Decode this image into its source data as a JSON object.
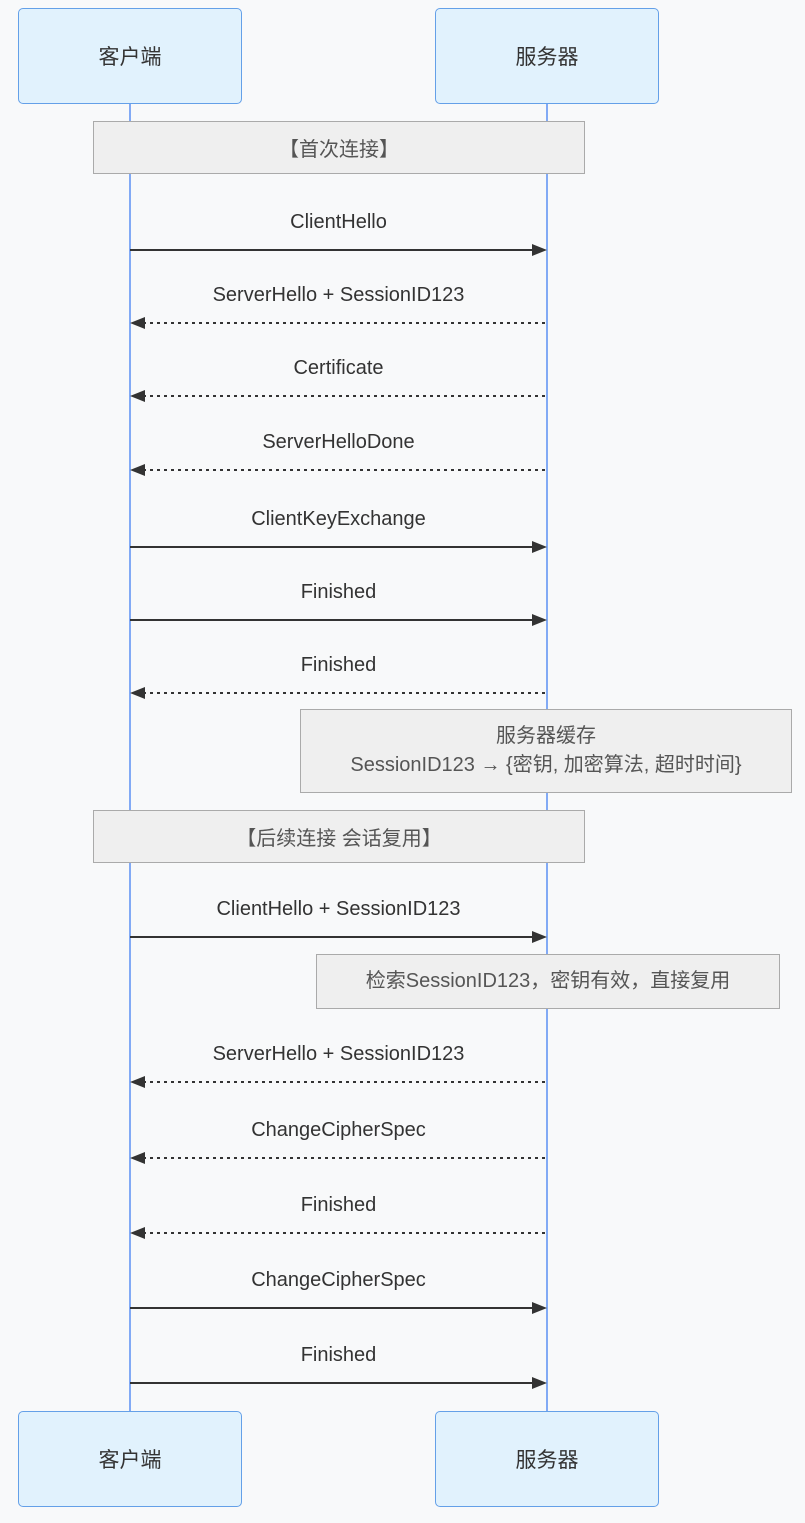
{
  "diagram": {
    "type": "sequence-diagram",
    "topic": "TLS session resumption handshake",
    "colors": {
      "background": "#f8f9fa",
      "actor_fill": "#e1f2fd",
      "actor_border": "#64a0e8",
      "lifeline": "#82aaf5",
      "arrow": "#333333",
      "note_fill": "#efefef",
      "note_border": "#aaaaaa",
      "note_text": "#555555",
      "label_text": "#333333"
    },
    "actors": [
      {
        "id": "client",
        "label": "客户端"
      },
      {
        "id": "server",
        "label": "服务器"
      }
    ],
    "sections": [
      {
        "label": "【首次连接】"
      },
      {
        "label": "【后续连接 会话复用】"
      }
    ],
    "messages": [
      {
        "label": "ClientHello",
        "from": "客户端",
        "to": "服务器",
        "line": "solid",
        "direction": "right"
      },
      {
        "label": "ServerHello + SessionID123",
        "from": "服务器",
        "to": "客户端",
        "line": "dashed",
        "direction": "left"
      },
      {
        "label": "Certificate",
        "from": "服务器",
        "to": "客户端",
        "line": "dashed",
        "direction": "left"
      },
      {
        "label": "ServerHelloDone",
        "from": "服务器",
        "to": "客户端",
        "line": "dashed",
        "direction": "left"
      },
      {
        "label": "ClientKeyExchange",
        "from": "客户端",
        "to": "服务器",
        "line": "solid",
        "direction": "right"
      },
      {
        "label": "Finished",
        "from": "客户端",
        "to": "服务器",
        "line": "solid",
        "direction": "right"
      },
      {
        "label": "Finished",
        "from": "服务器",
        "to": "客户端",
        "line": "dashed",
        "direction": "left"
      },
      {
        "label": "ClientHello + SessionID123",
        "from": "客户端",
        "to": "服务器",
        "line": "solid",
        "direction": "right"
      },
      {
        "label": "ServerHello + SessionID123",
        "from": "服务器",
        "to": "客户端",
        "line": "dashed",
        "direction": "left"
      },
      {
        "label": "ChangeCipherSpec",
        "from": "服务器",
        "to": "客户端",
        "line": "dashed",
        "direction": "left"
      },
      {
        "label": "Finished",
        "from": "服务器",
        "to": "客户端",
        "line": "dashed",
        "direction": "left"
      },
      {
        "label": "ChangeCipherSpec",
        "from": "客户端",
        "to": "服务器",
        "line": "solid",
        "direction": "right"
      },
      {
        "label": "Finished",
        "from": "客户端",
        "to": "服务器",
        "line": "solid",
        "direction": "right"
      }
    ],
    "notes": [
      {
        "over": "服务器",
        "lines": [
          "服务器缓存",
          "SessionID123 → {密钥, 加密算法, 超时时间}"
        ]
      },
      {
        "over": "服务器",
        "lines": [
          "检索SessionID123，密钥有效，直接复用"
        ]
      }
    ]
  }
}
